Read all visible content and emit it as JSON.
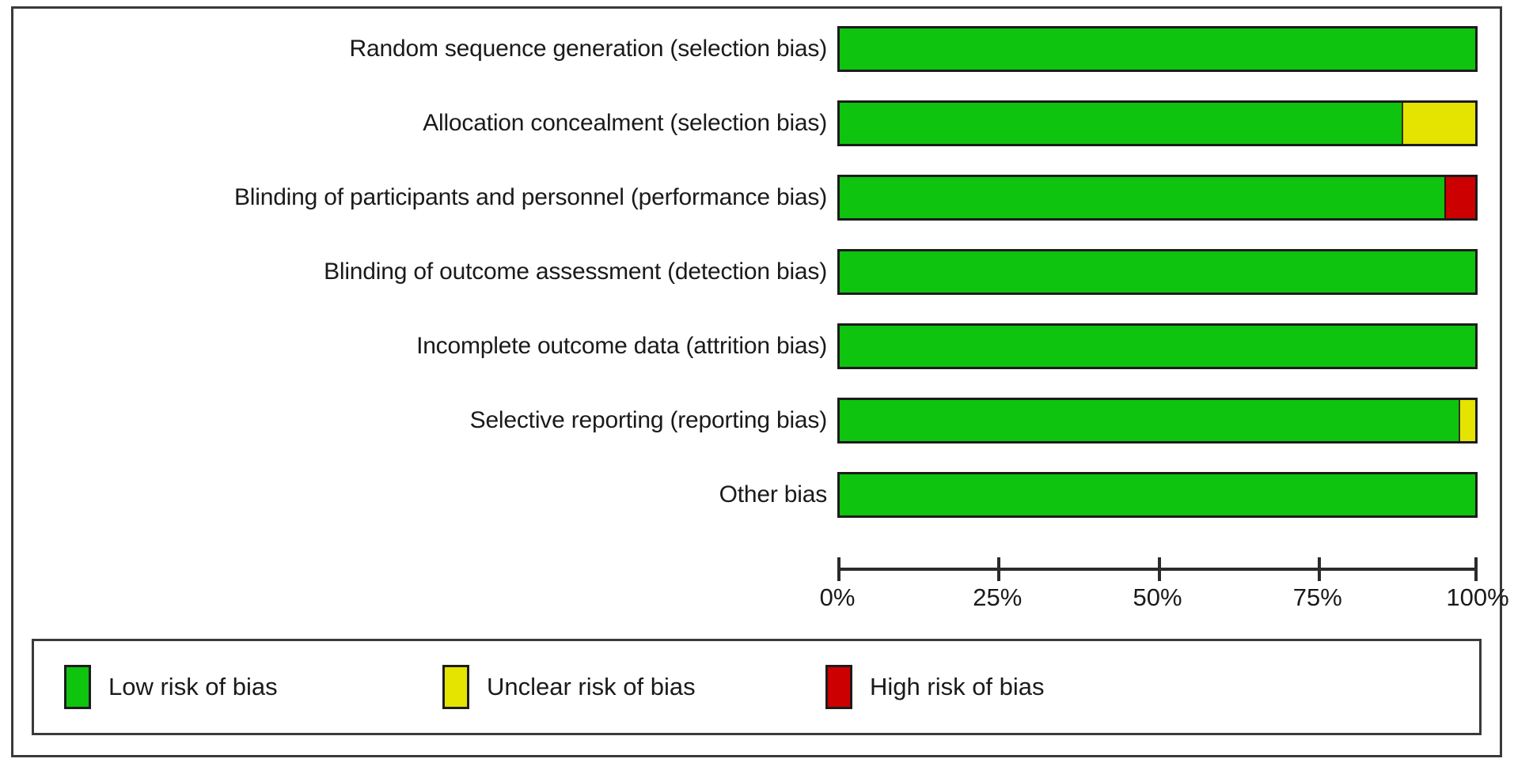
{
  "chart_data": {
    "type": "bar",
    "orientation": "horizontal",
    "stacked": true,
    "title": "",
    "xlabel": "",
    "ylabel": "",
    "xlim": [
      0,
      100
    ],
    "grid": false,
    "legend_position": "bottom",
    "tick_labels": [
      "0%",
      "25%",
      "50%",
      "75%",
      "100%"
    ],
    "tick_values": [
      0,
      25,
      50,
      75,
      100
    ],
    "categories": [
      "Random sequence generation (selection bias)",
      "Allocation concealment (selection bias)",
      "Blinding of participants and personnel (performance bias)",
      "Blinding of outcome assessment (detection bias)",
      "Incomplete outcome data (attrition bias)",
      "Selective reporting (reporting bias)",
      "Other bias"
    ],
    "series": [
      {
        "name": "Low risk of bias",
        "color": "#0ec40e",
        "values": [
          100,
          88.4,
          95.1,
          100,
          100,
          97.4,
          100
        ]
      },
      {
        "name": "Unclear risk of bias",
        "color": "#e4e400",
        "values": [
          0,
          11.6,
          0,
          0,
          0,
          2.6,
          0
        ]
      },
      {
        "name": "High risk of bias",
        "color": "#cc0000",
        "values": [
          0,
          0,
          4.9,
          0,
          0,
          0,
          0
        ]
      }
    ],
    "rows": [
      {
        "label": "Random sequence generation (selection bias)",
        "low": 100,
        "unclear": 0,
        "high": 0
      },
      {
        "label": "Allocation concealment (selection bias)",
        "low": 88.4,
        "unclear": 11.6,
        "high": 0
      },
      {
        "label": "Blinding of participants and personnel (performance bias)",
        "low": 95.1,
        "unclear": 0,
        "high": 4.9
      },
      {
        "label": "Blinding of outcome assessment (detection bias)",
        "low": 100,
        "unclear": 0,
        "high": 0
      },
      {
        "label": "Incomplete outcome data (attrition bias)",
        "low": 100,
        "unclear": 0,
        "high": 0
      },
      {
        "label": "Selective reporting (reporting bias)",
        "low": 97.4,
        "unclear": 2.6,
        "high": 0
      },
      {
        "label": "Other bias",
        "low": 100,
        "unclear": 0,
        "high": 0
      }
    ]
  },
  "axis": {
    "ticks": [
      {
        "label": "0%",
        "value": 0
      },
      {
        "label": "25%",
        "value": 25
      },
      {
        "label": "50%",
        "value": 50
      },
      {
        "label": "75%",
        "value": 75
      },
      {
        "label": "100%",
        "value": 100
      }
    ]
  },
  "legend": {
    "items": [
      {
        "label": "Low risk of bias",
        "color": "#0ec40e",
        "key": "low"
      },
      {
        "label": "Unclear risk of bias",
        "color": "#e4e400",
        "key": "unclear"
      },
      {
        "label": "High risk of bias",
        "color": "#cc0000",
        "key": "high"
      }
    ]
  },
  "colors": {
    "low": "#0ec40e",
    "unclear": "#e4e400",
    "high": "#cc0000",
    "frame": "#3a3a3a",
    "bar_outline": "#1c1c1c",
    "text": "#1a1a1a"
  }
}
